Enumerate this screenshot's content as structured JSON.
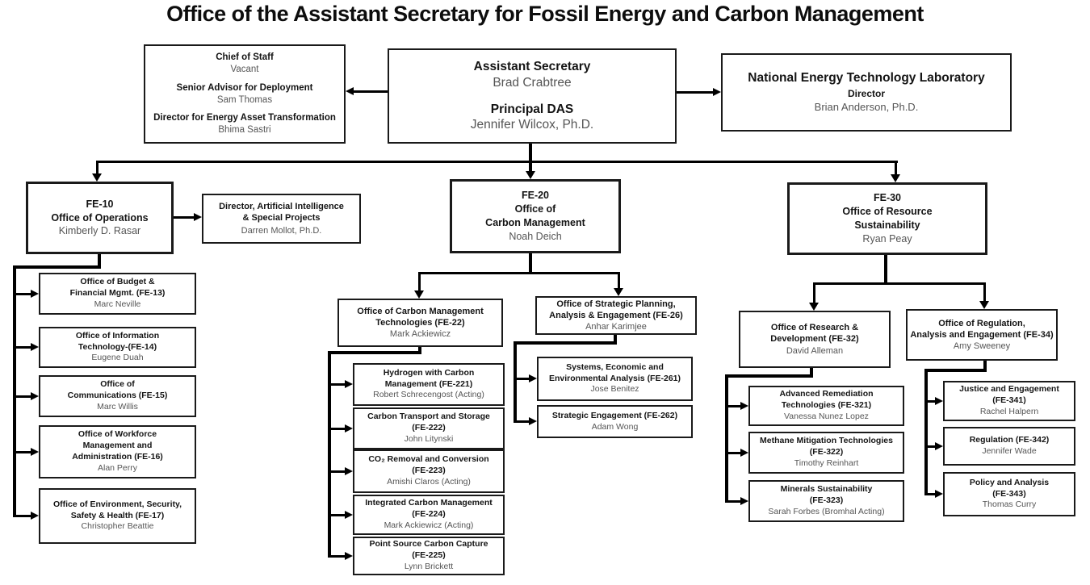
{
  "page_title": "Office of the Assistant Secretary for Fossil Energy and Carbon Management",
  "leadership": {
    "staff": {
      "roles": [
        {
          "title": "Chief of Staff",
          "name": "Vacant"
        },
        {
          "title": "Senior Advisor for Deployment",
          "name": "Sam Thomas"
        },
        {
          "title": "Director for Energy Asset Transformation",
          "name": "Bhima Sastri"
        }
      ]
    },
    "secretary": {
      "roles": [
        {
          "title": "Assistant Secretary",
          "name": "Brad Crabtree"
        },
        {
          "title": "Principal DAS",
          "name": "Jennifer Wilcox, Ph.D."
        }
      ]
    },
    "netl": {
      "org": "National Energy Technology Laboratory",
      "role": "Director",
      "name": "Brian Anderson, Ph.D."
    }
  },
  "fe10": {
    "code": "FE-10",
    "office": "Office of Operations",
    "name": "Kimberly D. Rasar",
    "ai_special_projects": {
      "title": "Director, Artificial Intelligence\n& Special Projects",
      "name": "Darren Mollot, Ph.D."
    },
    "children": [
      {
        "title": "Office of Budget &\nFinancial Mgmt. (FE-13)",
        "name": "Marc Neville"
      },
      {
        "title": "Office of Information\nTechnology-(FE-14)",
        "name": "Eugene Duah"
      },
      {
        "title": "Office of\nCommunications (FE-15)",
        "name": "Marc Willis"
      },
      {
        "title": "Office of Workforce\nManagement and\nAdministration (FE-16)",
        "name": "Alan Perry"
      },
      {
        "title": "Office of  Environment, Security,\nSafety & Health (FE-17)",
        "name": "Christopher Beattie"
      }
    ]
  },
  "fe20": {
    "code": "FE-20",
    "office": "Office of\nCarbon Management",
    "name": "Noah Deich",
    "fe22": {
      "title": "Office of Carbon Management\nTechnologies (FE-22)",
      "name": "Mark Ackiewicz",
      "children": [
        {
          "title": "Hydrogen with Carbon\nManagement (FE-221)",
          "name": "Robert Schrecengost (Acting)"
        },
        {
          "title": "Carbon Transport and Storage\n(FE-222)",
          "name": "John Litynski"
        },
        {
          "title": "CO₂ Removal and Conversion\n(FE-223)",
          "name": "Amishi Claros (Acting)"
        },
        {
          "title": "Integrated Carbon Management\n(FE-224)",
          "name": "Mark Ackiewicz (Acting)"
        },
        {
          "title": "Point Source Carbon Capture\n(FE-225)",
          "name": "Lynn Brickett"
        }
      ]
    },
    "fe26": {
      "title": "Office of Strategic Planning,\nAnalysis & Engagement (FE-26)",
      "name": "Anhar Karimjee",
      "children": [
        {
          "title": "Systems, Economic and\nEnvironmental Analysis (FE-261)",
          "name": "Jose Benitez"
        },
        {
          "title": "Strategic Engagement  (FE-262)",
          "name": "Adam Wong"
        }
      ]
    }
  },
  "fe30": {
    "code": "FE-30",
    "office": "Office of Resource\nSustainability",
    "name": "Ryan Peay",
    "fe32": {
      "title": "Office of Research &\nDevelopment (FE-32)",
      "name": "David Alleman",
      "children": [
        {
          "title": "Advanced Remediation\nTechnologies (FE-321)",
          "name": "Vanessa Nunez Lopez"
        },
        {
          "title": "Methane Mitigation Technologies\n(FE-322)",
          "name": "Timothy Reinhart"
        },
        {
          "title": "Minerals Sustainability\n(FE-323)",
          "name": "Sarah Forbes (Bromhal Acting)"
        }
      ]
    },
    "fe34": {
      "title": "Office of Regulation,\nAnalysis and Engagement (FE-34)",
      "name": "Amy Sweeney",
      "children": [
        {
          "title": "Justice and Engagement\n(FE-341)",
          "name": "Rachel Halpern"
        },
        {
          "title": "Regulation (FE-342)",
          "name": "Jennifer Wade"
        },
        {
          "title": "Policy and Analysis\n(FE-343)",
          "name": "Thomas Curry"
        }
      ]
    }
  }
}
